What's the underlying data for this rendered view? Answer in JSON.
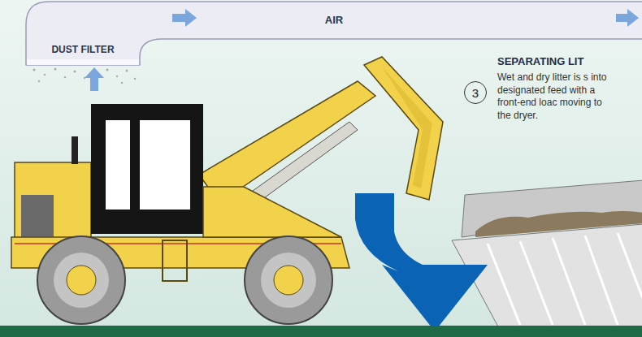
{
  "diagram": {
    "nodes": [
      {
        "text": [
          "AIR"
        ]
      },
      {
        "text": [
          "DUST FILTER"
        ]
      },
      {
        "text": [
          "3"
        ]
      }
    ],
    "labels": [
      "SEPARATING LIT",
      "Wet and dry litter is s into designated feed with a front-end loac moving to the dryer."
    ]
  }
}
